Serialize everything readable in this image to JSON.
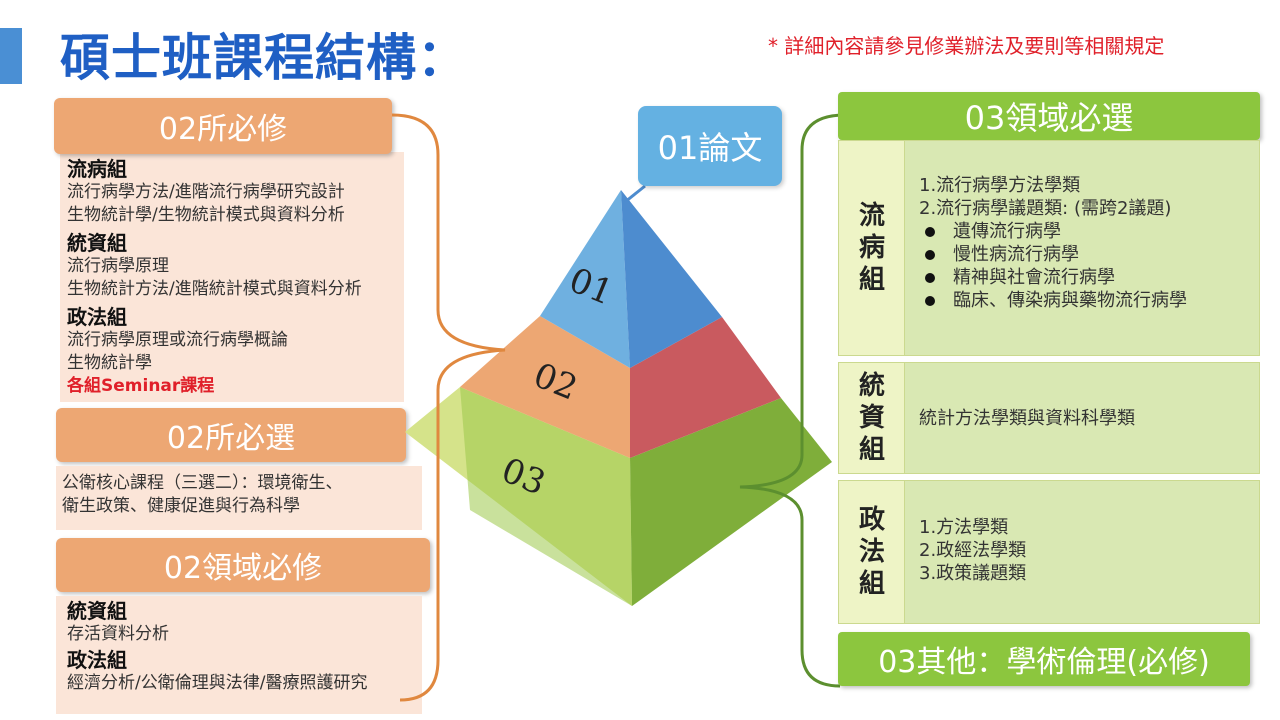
{
  "title": "碩士班課程結構：",
  "note": "* 詳細內容請參見修業辦法及要則等相關規定",
  "left": {
    "required_dept": {
      "header": "02所必修",
      "groups": [
        {
          "name": "流病組",
          "lines": [
            "流行病學方法/進階流行病學研究設計",
            "生物統計學/生物統計模式與資料分析"
          ]
        },
        {
          "name": "統資組",
          "lines": [
            "流行病學原理",
            "生物統計方法/進階統計模式與資料分析"
          ]
        },
        {
          "name": "政法組",
          "lines": [
            "流行病學原理或流行病學概論",
            "生物統計學"
          ]
        }
      ],
      "seminar": "各組Seminar課程"
    },
    "elective_dept": {
      "header": "02所必選",
      "lines": [
        "公衛核心課程（三選二）：環境衛生、",
        "衛生政策、健康促進與行為科學"
      ]
    },
    "required_field": {
      "header": "02領域必修",
      "groups": [
        {
          "name": "統資組",
          "lines": [
            "存活資料分析"
          ]
        },
        {
          "name": "政法組",
          "lines": [
            "經濟分析/公衛倫理與法律/醫療照護研究"
          ]
        }
      ]
    }
  },
  "pyramid": {
    "thesis_label": "01論文",
    "layers": [
      {
        "label": "01",
        "color_left": "#6fb0e0",
        "color_right": "#4d8ccf"
      },
      {
        "label": "02",
        "color_left": "#eda773",
        "color_right": "#c95a5f"
      },
      {
        "label": "03",
        "color_left": "#d5e38a",
        "color_right": "#7fae3a"
      }
    ]
  },
  "right": {
    "header": "03領域必選",
    "groups": [
      {
        "name": "流病組",
        "lines": [
          "1.流行病學方法學類",
          "2.流行病學議題類: (需跨2議題)"
        ],
        "bullets": [
          "遺傳流行病學",
          "慢性病流行病學",
          "精神與社會流行病學",
          "臨床、傳染病與藥物流行病學"
        ]
      },
      {
        "name": "統資組",
        "lines": [
          "統計方法學類與資料科學類"
        ],
        "bullets": []
      },
      {
        "name": "政法組",
        "lines": [
          "1.方法學類",
          "2.政經法學類",
          "3.政策議題類"
        ],
        "bullets": []
      }
    ],
    "other": "03其他：學術倫理(必修)"
  },
  "colors": {
    "title": "#1f5fc4",
    "note": "#e0202a",
    "orange": "#eda773",
    "green": "#8cc63e",
    "blue": "#64b1e2"
  }
}
